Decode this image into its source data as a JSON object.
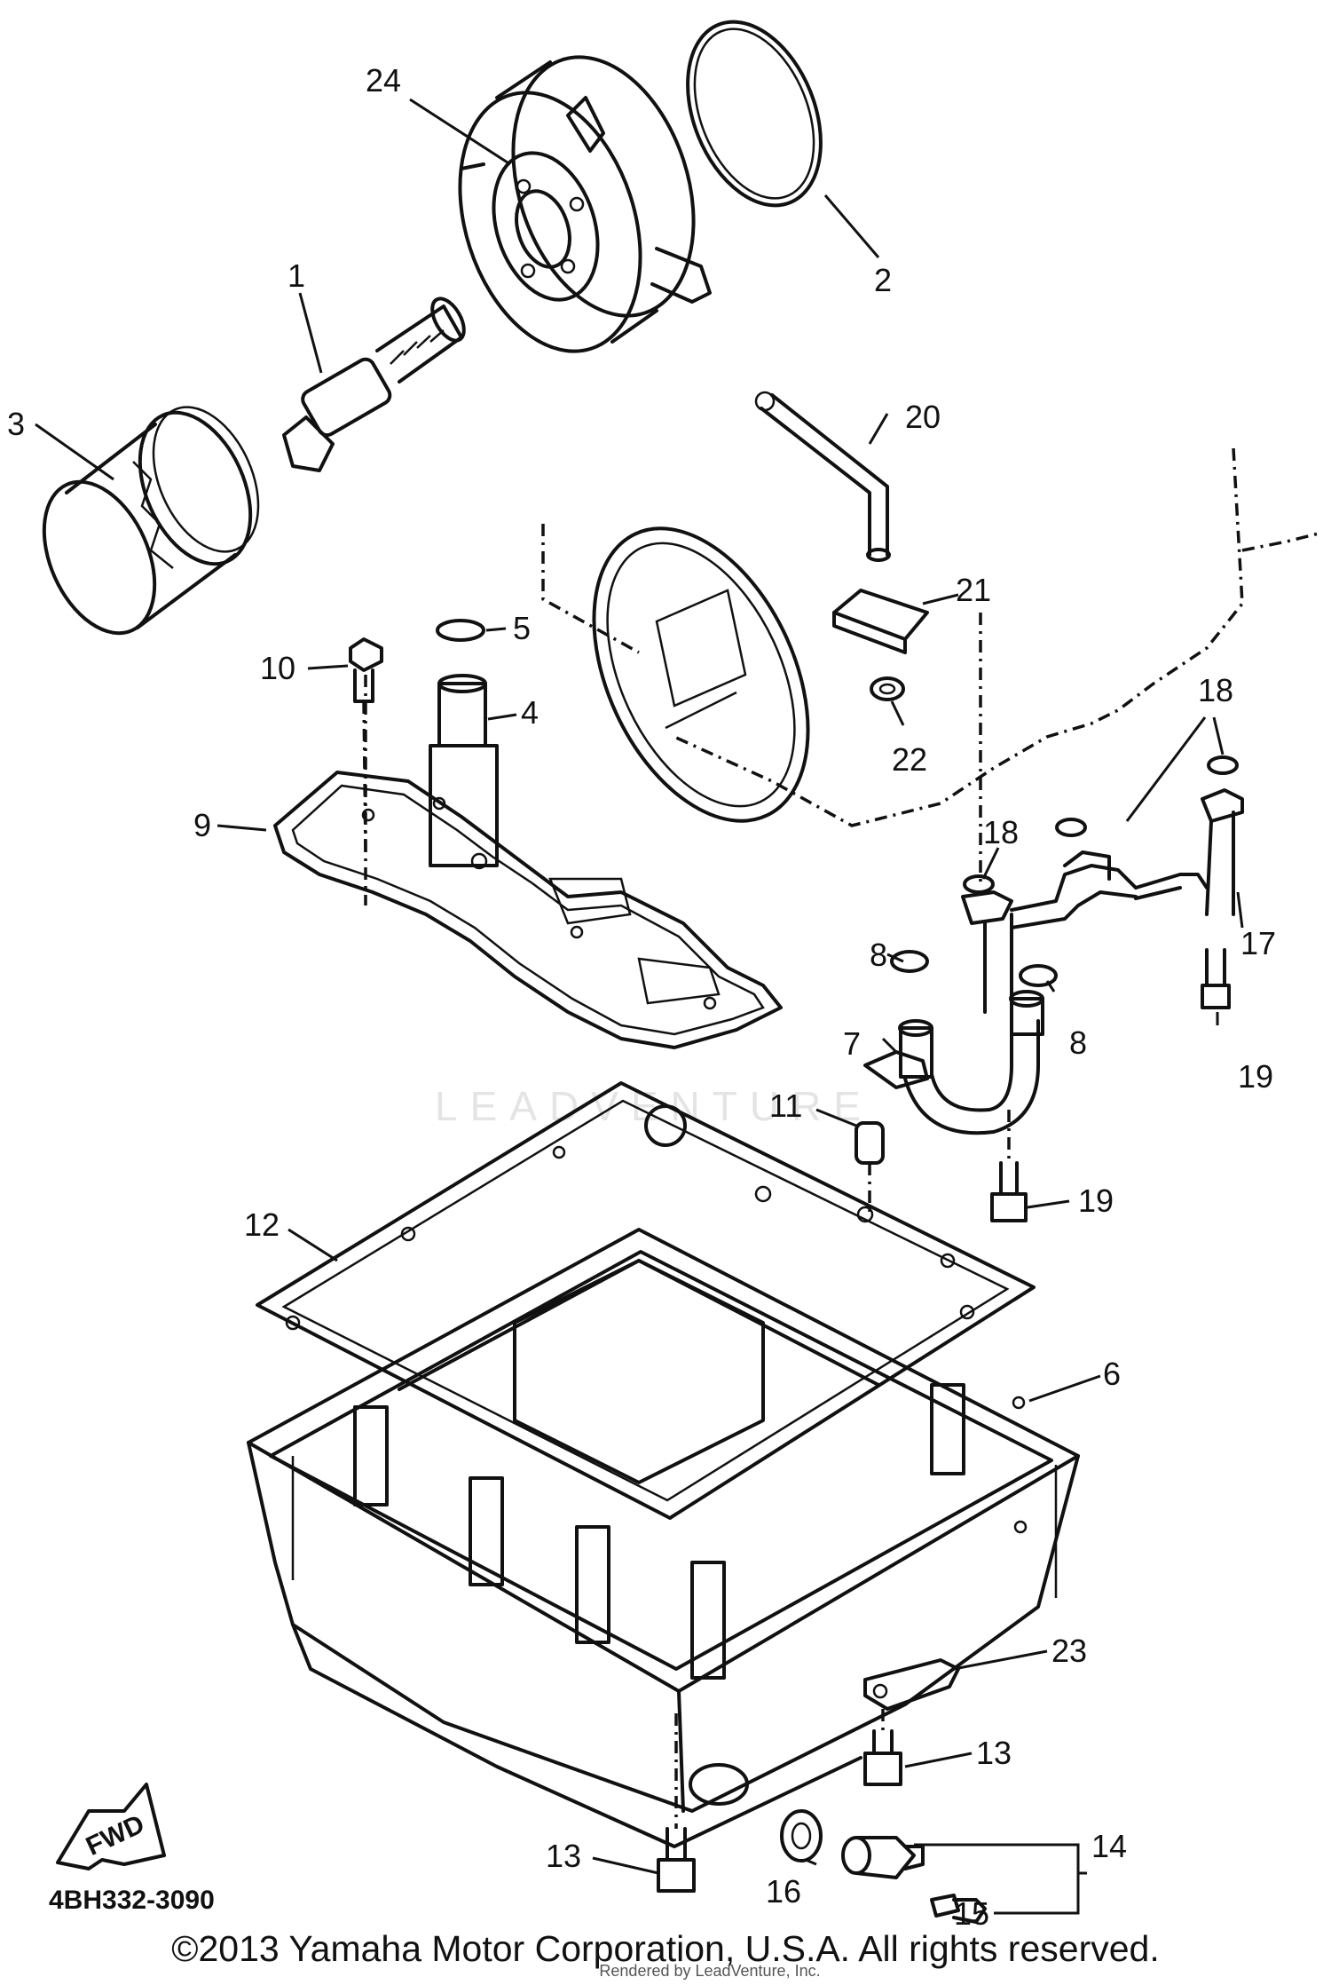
{
  "callouts": [
    {
      "id": "1",
      "label": "1"
    },
    {
      "id": "2",
      "label": "2"
    },
    {
      "id": "3",
      "label": "3"
    },
    {
      "id": "4",
      "label": "4"
    },
    {
      "id": "5",
      "label": "5"
    },
    {
      "id": "6",
      "label": "6"
    },
    {
      "id": "7",
      "label": "7"
    },
    {
      "id": "8a",
      "label": "8"
    },
    {
      "id": "8b",
      "label": "8"
    },
    {
      "id": "9",
      "label": "9"
    },
    {
      "id": "10",
      "label": "10"
    },
    {
      "id": "11",
      "label": "11"
    },
    {
      "id": "12",
      "label": "12"
    },
    {
      "id": "13a",
      "label": "13"
    },
    {
      "id": "13b",
      "label": "13"
    },
    {
      "id": "14",
      "label": "14"
    },
    {
      "id": "15",
      "label": "15"
    },
    {
      "id": "16",
      "label": "16"
    },
    {
      "id": "17",
      "label": "17"
    },
    {
      "id": "18a",
      "label": "18"
    },
    {
      "id": "18b",
      "label": "18"
    },
    {
      "id": "19a",
      "label": "19"
    },
    {
      "id": "19b",
      "label": "19"
    },
    {
      "id": "20",
      "label": "20"
    },
    {
      "id": "21",
      "label": "21"
    },
    {
      "id": "22",
      "label": "22"
    },
    {
      "id": "23",
      "label": "23"
    },
    {
      "id": "24",
      "label": "24"
    }
  ],
  "fwd_label": "FWD",
  "diagram_code": "4BH332-3090",
  "watermark": "LEADVENTURE",
  "copyright": "©2013 Yamaha Motor Corporation, U.S.A. All rights reserved.",
  "rendered_by": "Rendered by LeadVenture, Inc."
}
